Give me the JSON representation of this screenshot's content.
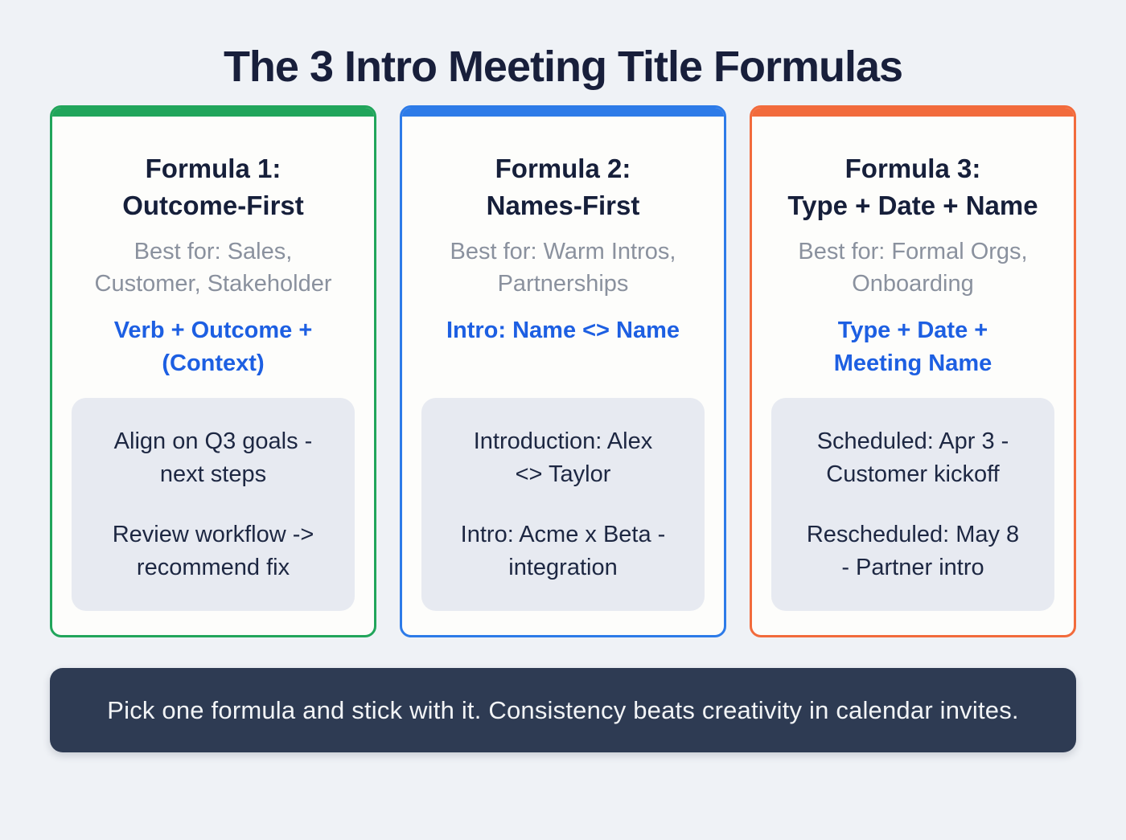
{
  "page": {
    "title": "The 3 Intro Meeting Title Formulas",
    "background_color": "#eff2f6",
    "title_color": "#181f3b"
  },
  "cards": [
    {
      "accent_color": "#21a55b",
      "title": "Formula 1:\nOutcome-First",
      "best_for": "Best for: Sales,\nCustomer, Stakeholder",
      "formula": "Verb + Outcome +\n(Context)",
      "formula_color": "#1d5fe2",
      "examples": [
        "Align on Q3 goals -\nnext steps",
        "Review workflow ->\nrecommend fix"
      ]
    },
    {
      "accent_color": "#2d7be8",
      "title": "Formula 2:\nNames-First",
      "best_for": "Best for: Warm Intros,\nPartnerships",
      "formula": "Intro: Name <> Name",
      "formula_color": "#1d5fe2",
      "examples": [
        "Introduction: Alex\n<> Taylor",
        "Intro: Acme x Beta -\nintegration"
      ]
    },
    {
      "accent_color": "#f26b3c",
      "title": "Formula 3:\nType + Date + Name",
      "best_for": "Best for: Formal Orgs,\nOnboarding",
      "formula": "Type + Date +\nMeeting Name",
      "formula_color": "#1d5fe2",
      "examples": [
        "Scheduled: Apr 3 -\nCustomer kickoff",
        "Rescheduled: May 8\n- Partner intro"
      ]
    }
  ],
  "footer": {
    "text": "Pick one formula and stick with it. Consistency beats creativity in calendar invites.",
    "background_color": "#2e3b53"
  }
}
